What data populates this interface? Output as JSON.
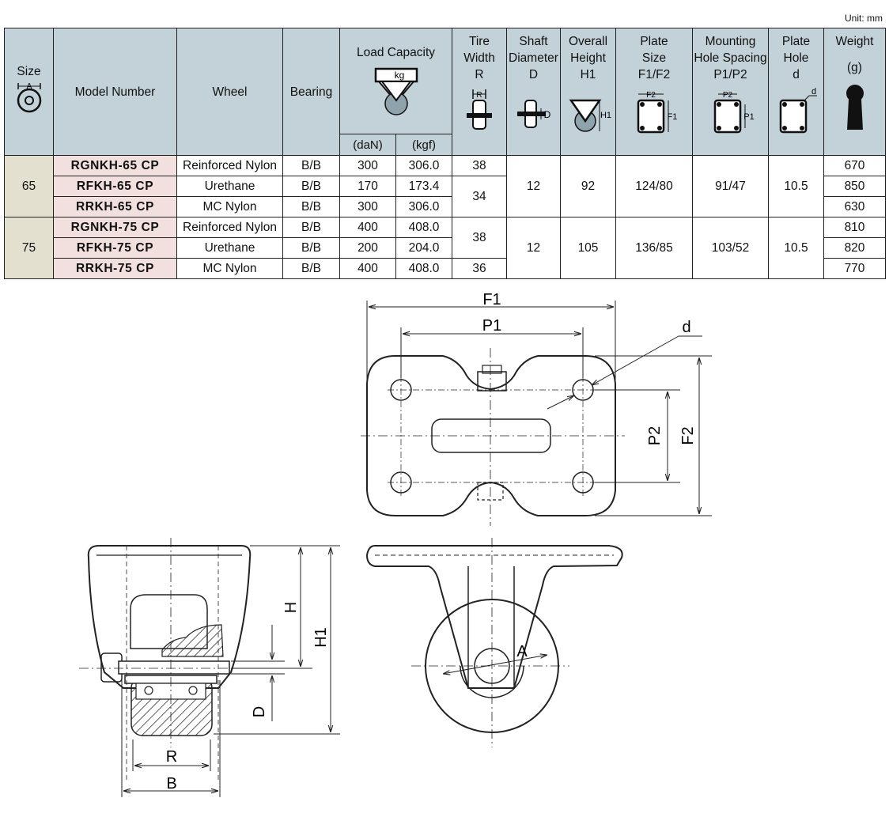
{
  "unit": "Unit: mm",
  "headers": {
    "size": "Size",
    "model": "Model Number",
    "wheel": "Wheel",
    "bearing": "Bearing",
    "load": "Load Capacity",
    "load_dan": "(daN)",
    "load_kgf": "(kgf)",
    "tire_width": [
      "Tire",
      "Width",
      "R"
    ],
    "shaft": [
      "Shaft",
      "Diameter",
      "D"
    ],
    "height": [
      "Overall",
      "Height",
      "H1"
    ],
    "plate": [
      "Plate",
      "Size",
      "F1/F2"
    ],
    "mount": [
      "Mounting",
      "Hole Spacing",
      "P1/P2"
    ],
    "hole": [
      "Plate",
      "Hole",
      "d"
    ],
    "weight": [
      "Weight",
      "(g)"
    ]
  },
  "icon_letters": {
    "size": "A",
    "kg": "kg",
    "R": "R",
    "D": "D",
    "H1": "H1",
    "F2": "F2",
    "F1": "F1",
    "P2": "P2",
    "P1": "P1",
    "d": "d"
  },
  "groups": [
    {
      "size": "65",
      "shaft": "12",
      "height": "92",
      "plate": "124/80",
      "mount": "91/47",
      "hole": "10.5",
      "rows": [
        {
          "model": "RGNKH-65  CP",
          "wheel": "Reinforced Nylon",
          "bearing": "B/B",
          "dan": "300",
          "kgf": "306.0",
          "weight": "670"
        },
        {
          "model": "RFKH-65  CP",
          "wheel": "Urethane",
          "bearing": "B/B",
          "dan": "170",
          "kgf": "173.4",
          "weight": "850"
        },
        {
          "model": "RRKH-65  CP",
          "wheel": "MC Nylon",
          "bearing": "B/B",
          "dan": "300",
          "kgf": "306.0",
          "weight": "630"
        }
      ],
      "tire": [
        "38",
        "34"
      ]
    },
    {
      "size": "75",
      "shaft": "12",
      "height": "105",
      "plate": "136/85",
      "mount": "103/52",
      "hole": "10.5",
      "rows": [
        {
          "model": "RGNKH-75  CP",
          "wheel": "Reinforced Nylon",
          "bearing": "B/B",
          "dan": "400",
          "kgf": "408.0",
          "weight": "810"
        },
        {
          "model": "RFKH-75  CP",
          "wheel": "Urethane",
          "bearing": "B/B",
          "dan": "200",
          "kgf": "204.0",
          "weight": "820"
        },
        {
          "model": "RRKH-75  CP",
          "wheel": "MC Nylon",
          "bearing": "B/B",
          "dan": "400",
          "kgf": "408.0",
          "weight": "770"
        }
      ],
      "tire": [
        "38",
        "36"
      ]
    }
  ],
  "drawing_labels": {
    "F1": "F1",
    "P1": "P1",
    "d": "d",
    "P2": "P2",
    "F2": "F2",
    "H": "H",
    "H1": "H1",
    "D": "D",
    "R": "R",
    "B": "B",
    "A": "A"
  },
  "colors": {
    "header_bg": "#c3d1d8",
    "size_bg": "#e4e0cf",
    "model_bg": "#f1e0de"
  }
}
